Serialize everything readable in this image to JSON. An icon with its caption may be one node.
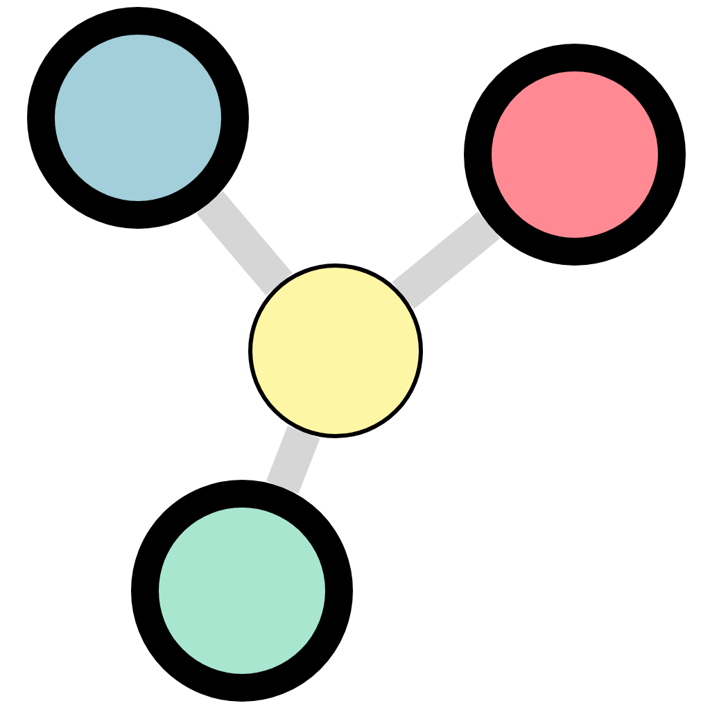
{
  "diagram": {
    "nodes": [
      {
        "text": [],
        "shape": "circle"
      },
      {
        "text": [],
        "shape": "circle"
      },
      {
        "text": [],
        "shape": "circle"
      },
      {
        "text": [],
        "shape": "circle"
      }
    ],
    "edges": [
      {
        "from": 2,
        "to": 0,
        "arrow": "none"
      },
      {
        "from": 2,
        "to": 1,
        "arrow": "none"
      },
      {
        "from": 2,
        "to": 3,
        "arrow": "none"
      }
    ]
  }
}
